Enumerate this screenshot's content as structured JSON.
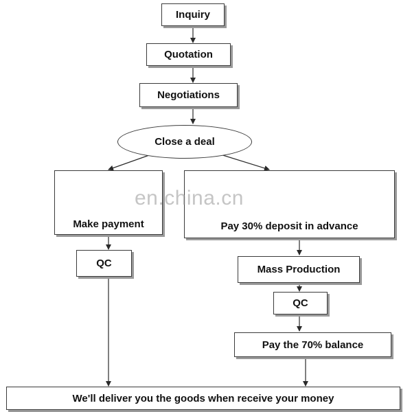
{
  "nodes": {
    "inquiry": "Inquiry",
    "quotation": "Quotation",
    "negotiations": "Negotiations",
    "close_deal": "Close a deal",
    "make_payment": "Make payment",
    "qc_left": "QC",
    "pay_deposit": "Pay 30% deposit in advance",
    "mass_production": "Mass Production",
    "qc_right": "QC",
    "pay_balance": "Pay the 70% balance",
    "deliver": "We'll deliver you the goods when receive your money"
  },
  "watermark": "en.china.cn",
  "colors": {
    "line": "#2a2a2a",
    "shadow": "#9a9a9a"
  }
}
